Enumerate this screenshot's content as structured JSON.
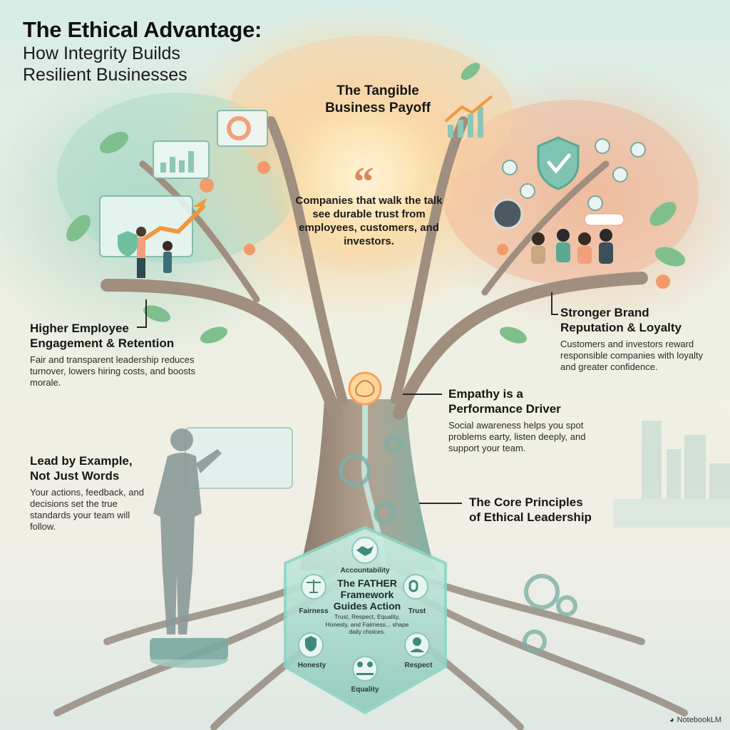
{
  "header": {
    "title": "The Ethical Advantage:",
    "subtitle_line1": "How Integrity Builds",
    "subtitle_line2": "Resilient Businesses"
  },
  "canopy": {
    "title_line1": "The Tangible",
    "title_line2": "Business Payoff",
    "quote_mark": "“",
    "quote": "Companies that walk the talk see durable trust from employees, customers, and investors."
  },
  "callouts": {
    "employee": {
      "title_line1": "Higher Employee",
      "title_line2": "Engagement & Retention",
      "body": "Fair and transparent leadership reduces turnover, lowers hiring costs, and boosts morale."
    },
    "brand": {
      "title_line1": "Stronger Brand",
      "title_line2": "Reputation & Loyalty",
      "body": "Customers and investors reward responsible companies with loyalty and greater confidence."
    },
    "empathy": {
      "title_line1": "Empathy is a",
      "title_line2": "Performance Driver",
      "body": "Social awareness helps you spot problems earty, listen deeply, and support your team."
    },
    "lead": {
      "title_line1": "Lead by Example,",
      "title_line2": "Not Just Words",
      "body": "Your actions, feedback, and decisions set the true standards your team will follow."
    },
    "core": {
      "title_line1": "The Core Principles",
      "title_line2": "of Ethical Leadership"
    }
  },
  "framework": {
    "title_line1": "The FATHER",
    "title_line2": "Framework",
    "title_line3": "Guides Action",
    "body": "Trust, Respect, Equality, Honesty, and Fairness... shape daily choices.",
    "principles": [
      {
        "label": "Accountability",
        "icon": "handshake-icon"
      },
      {
        "label": "Fairness",
        "icon": "scales-icon"
      },
      {
        "label": "Trust",
        "icon": "chain-link-icon"
      },
      {
        "label": "Honesty",
        "icon": "shield-check-icon"
      },
      {
        "label": "Respect",
        "icon": "person-icon"
      },
      {
        "label": "Equality",
        "icon": "balance-people-icon"
      }
    ]
  },
  "branding": {
    "label": "NotebookLM"
  },
  "colors": {
    "teal": "#7fc3b2",
    "peach": "#f0a07a",
    "sun": "#fde7b8",
    "trunk": "#9a8a78",
    "quote_accent": "#d9895a",
    "hex_fill": "#bfe3d8"
  }
}
